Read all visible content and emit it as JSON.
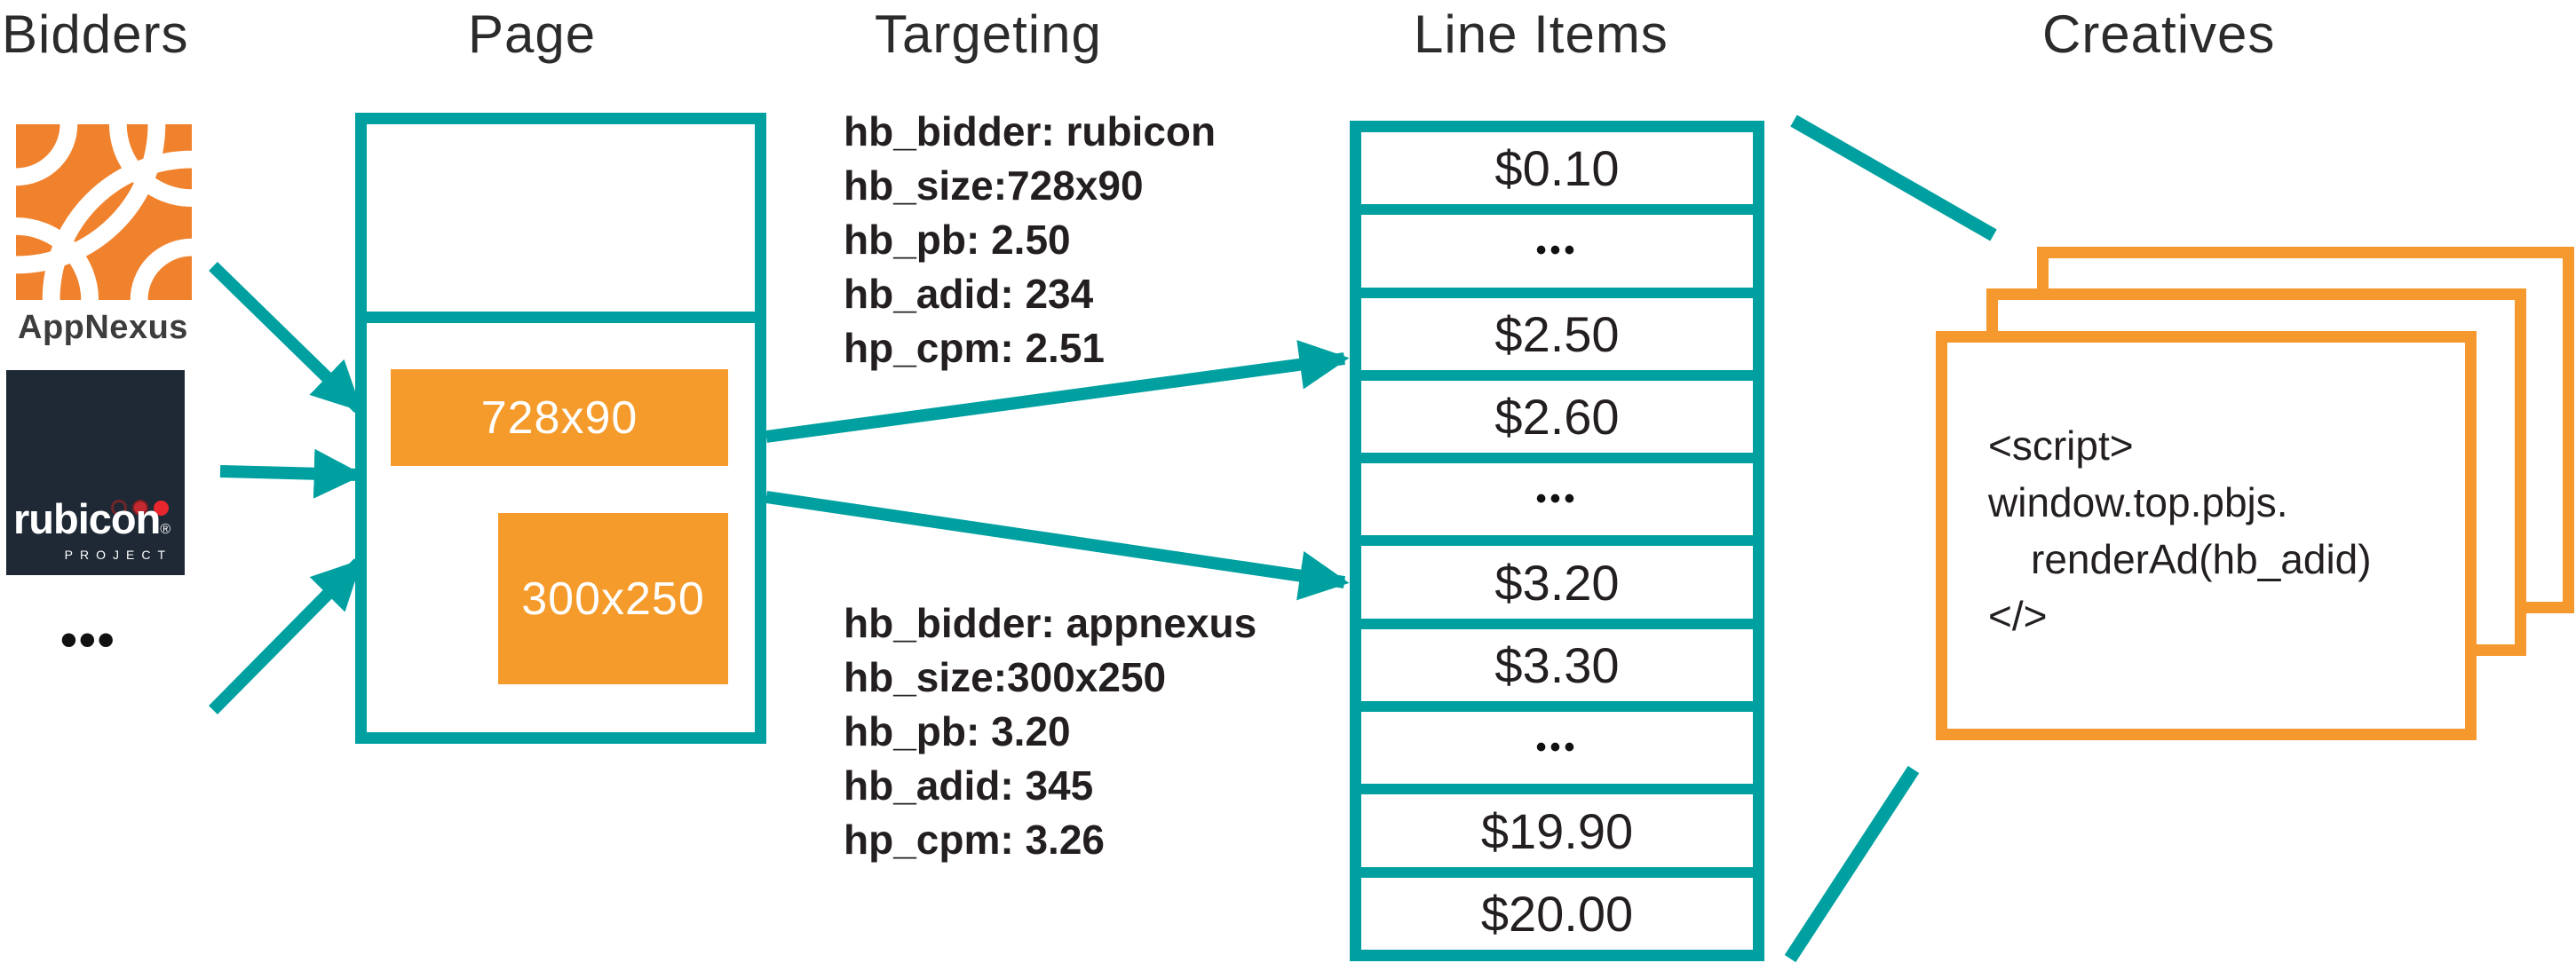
{
  "colors": {
    "teal": "#00a0a0",
    "slot_orange": "#f59b2b",
    "card_orange": "#f5992e",
    "logo_orange": "#f0822d",
    "rubicon_navy": "#1e2935",
    "rubicon_red": "#e8262d",
    "text_dark": "#231f20",
    "white": "#ffffff"
  },
  "bidders": {
    "title": "Bidders",
    "appnexus_label": "AppNexus",
    "rubicon_name": "rubicon",
    "rubicon_reg": "®",
    "rubicon_project": "PROJECT",
    "more": "•••"
  },
  "page": {
    "title": "Page",
    "slot_banner": "728x90",
    "slot_rect": "300x250"
  },
  "targeting": {
    "title": "Targeting",
    "rubicon_block": {
      "l1": "hb_bidder: rubicon",
      "l2": "hb_size:728x90",
      "l3": "hb_pb: 2.50",
      "l4": "hb_adid: 234",
      "l5": "hp_cpm: 2.51"
    },
    "appnexus_block": {
      "l1": "hb_bidder: appnexus",
      "l2": "hb_size:300x250",
      "l3": "hb_pb: 3.20",
      "l4": "hb_adid: 345",
      "l5": "hp_cpm: 3.26"
    }
  },
  "line_items": {
    "title": "Line Items",
    "rows": [
      "$0.10",
      "•••",
      "$2.50",
      "$2.60",
      "•••",
      "$3.20",
      "$3.30",
      "•••",
      "$19.90",
      "$20.00"
    ]
  },
  "creatives": {
    "title": "Creatives",
    "script": {
      "l1": "<script>",
      "l2": "window.top.pbjs.",
      "l3": "renderAd(hb_adid)",
      "l4": "</>"
    }
  }
}
